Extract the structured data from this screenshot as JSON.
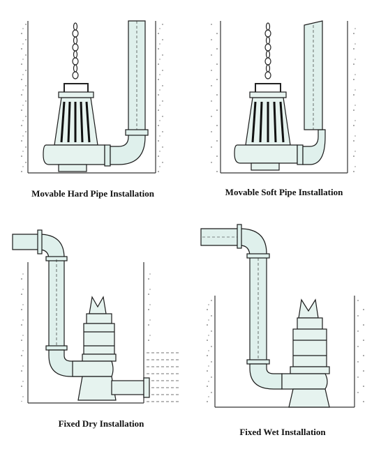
{
  "figure": {
    "panels": [
      {
        "id": "movable-hard",
        "caption": "Movable Hard Pipe Installation"
      },
      {
        "id": "movable-soft",
        "caption": "Movable Soft Pipe Installation"
      },
      {
        "id": "fixed-dry",
        "caption": "Fixed Dry Installation"
      },
      {
        "id": "fixed-wet",
        "caption": "Fixed Wet Installation"
      }
    ],
    "colors": {
      "pipe_fill": "#dff0ec",
      "pump_fill": "#e6f3ef",
      "stroke": "#1a1a1a",
      "pit_wall": "#333333"
    }
  }
}
